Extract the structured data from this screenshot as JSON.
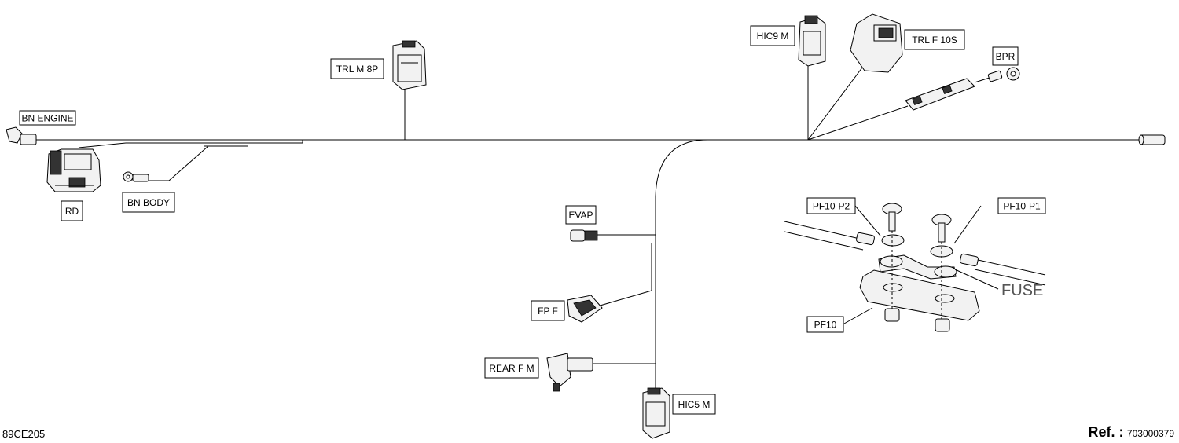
{
  "labels": {
    "bn_engine": "BN ENGINE",
    "rd": "RD",
    "bn_body": "BN BODY",
    "trl_m_8p": "TRL M 8P",
    "hic9_m": "HIC9 M",
    "trl_f_10s": "TRL F 10S",
    "bpr": "BPR",
    "evap": "EVAP",
    "fp_f": "FP F",
    "rear_f_m": "REAR F M",
    "hic5_m": "HIC5 M",
    "pf10_p2": "PF10-P2",
    "pf10_p1": "PF10-P1",
    "fuse": "FUSE",
    "pf10": "PF10"
  },
  "footer": {
    "code": "89CE205",
    "ref_label": "Ref. :",
    "ref_number": "703000379"
  }
}
